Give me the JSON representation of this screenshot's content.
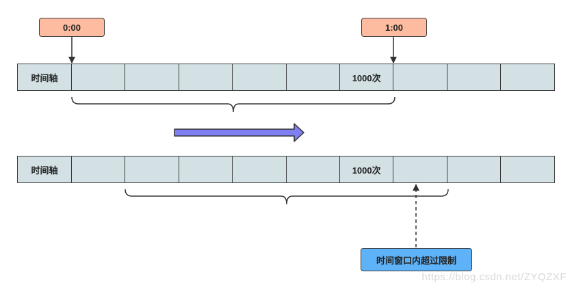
{
  "timeline_top": {
    "label": "时间轴",
    "cells": [
      "",
      "",
      "",
      "",
      "",
      "1000次",
      "",
      "",
      ""
    ]
  },
  "timeline_bottom": {
    "label": "时间轴",
    "cells": [
      "",
      "",
      "",
      "",
      "",
      "1000次",
      "",
      "",
      ""
    ]
  },
  "markers": {
    "start_time": "0:00",
    "end_time": "1:00"
  },
  "note": "时间窗口内超过限制",
  "watermark": "https://blog.csdn.net/ZYQZXF",
  "colors": {
    "cell_fill": "#d3e0e4",
    "time_tag": "#fdbba0",
    "note_tag": "#5eb2f8",
    "arrow_fill": "#7f7ff3"
  }
}
